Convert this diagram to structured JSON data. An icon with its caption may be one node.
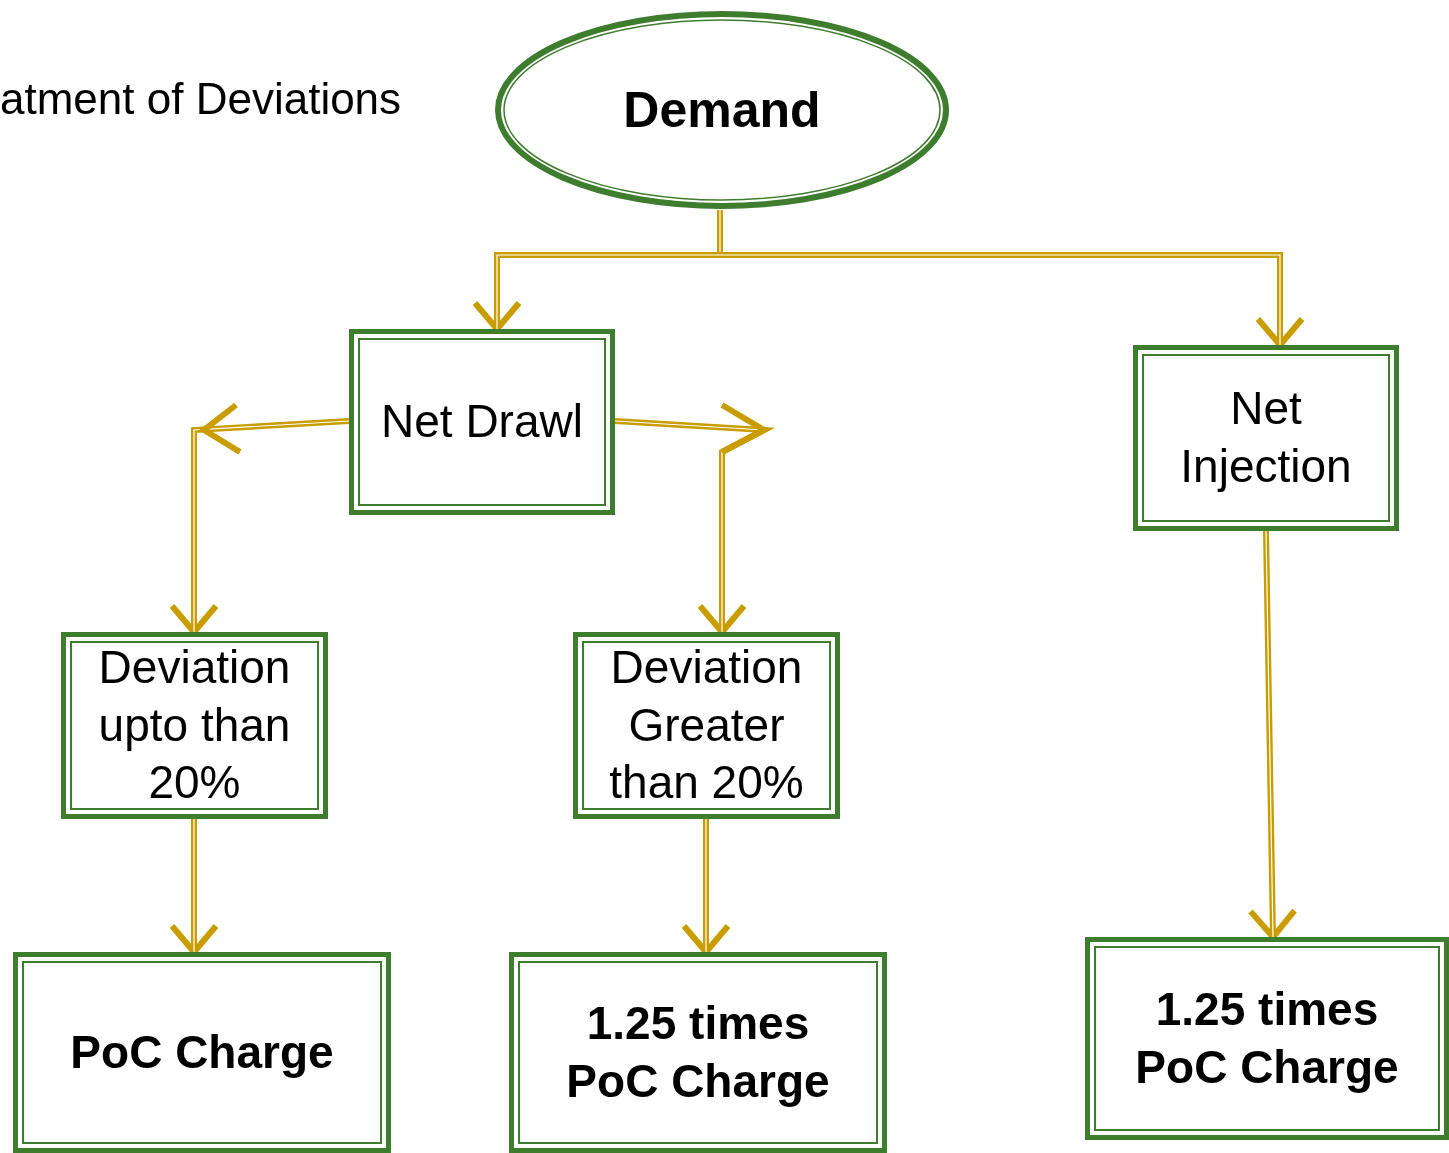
{
  "diagram": {
    "title": "atment of Deviations",
    "nodes": [
      {
        "text": [
          "Demand"
        ]
      },
      {
        "text": [
          "Net Drawl"
        ]
      },
      {
        "text": [
          "Net Injection"
        ]
      },
      {
        "text": [
          "Deviation upto than 20%"
        ]
      },
      {
        "text": [
          "Deviation Greater than 20%"
        ]
      },
      {
        "text": [
          "PoC Charge"
        ]
      },
      {
        "text": [
          "1.25 times PoC Charge"
        ]
      },
      {
        "text": [
          "1.25 times PoC Charge"
        ]
      }
    ],
    "edges": [
      {
        "from": 0,
        "to": 1,
        "arrow": "to"
      },
      {
        "from": 0,
        "to": 2,
        "arrow": "to"
      },
      {
        "from": 1,
        "to": 3,
        "arrow": "to"
      },
      {
        "from": 1,
        "to": 4,
        "arrow": "to"
      },
      {
        "from": 3,
        "to": 5,
        "arrow": "to"
      },
      {
        "from": 4,
        "to": 6,
        "arrow": "to"
      },
      {
        "from": 2,
        "to": 7,
        "arrow": "to"
      }
    ]
  }
}
